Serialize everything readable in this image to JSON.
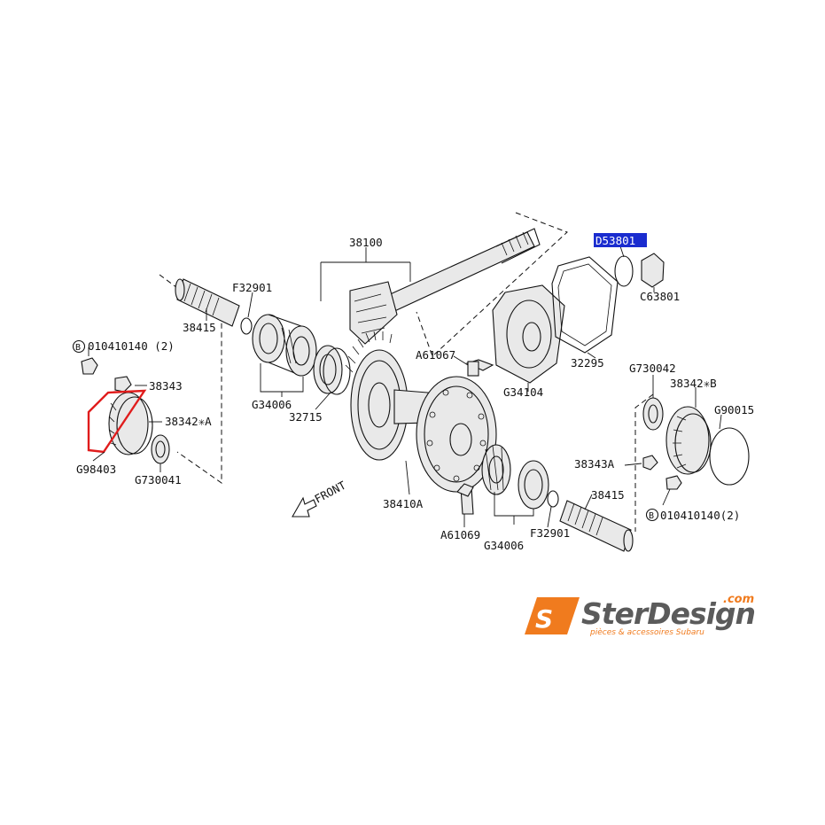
{
  "diagram": {
    "labels": {
      "p38100": "38100",
      "p38415_left": "38415",
      "pF32901_left": "F32901",
      "p010410140_left": "010410140 (2)",
      "p38343_left": "38343",
      "p38342_a": "38342✳A",
      "pG98403": "G98403",
      "pG730041": "G730041",
      "pG34006_left": "G34006",
      "p32715": "32715",
      "pA61067": "A61067",
      "pG34104": "G34104",
      "p32295": "32295",
      "pD53801": "D53801",
      "pC63801": "C63801",
      "pG730042": "G730042",
      "p38342_b": "38342✳B",
      "pG90015": "G90015",
      "p38343a": "38343A",
      "p010410140_right": "010410140(2)",
      "p38415_right": "38415",
      "pF32901_right": "F32901",
      "pG34006_right": "G34006",
      "pA61069": "A61069",
      "p38410a": "38410A",
      "front": "FRONT",
      "circled_b": "B"
    },
    "highlight_color": "#1a2ccf",
    "selection_color": "#e01c1c"
  },
  "logo": {
    "monogram": "S",
    "name": "SterDesign",
    "domain": ".com",
    "tagline": "pièces & accessoires Subaru",
    "brand_orange": "#f07b1e",
    "brand_gray": "#5b5b5b"
  }
}
